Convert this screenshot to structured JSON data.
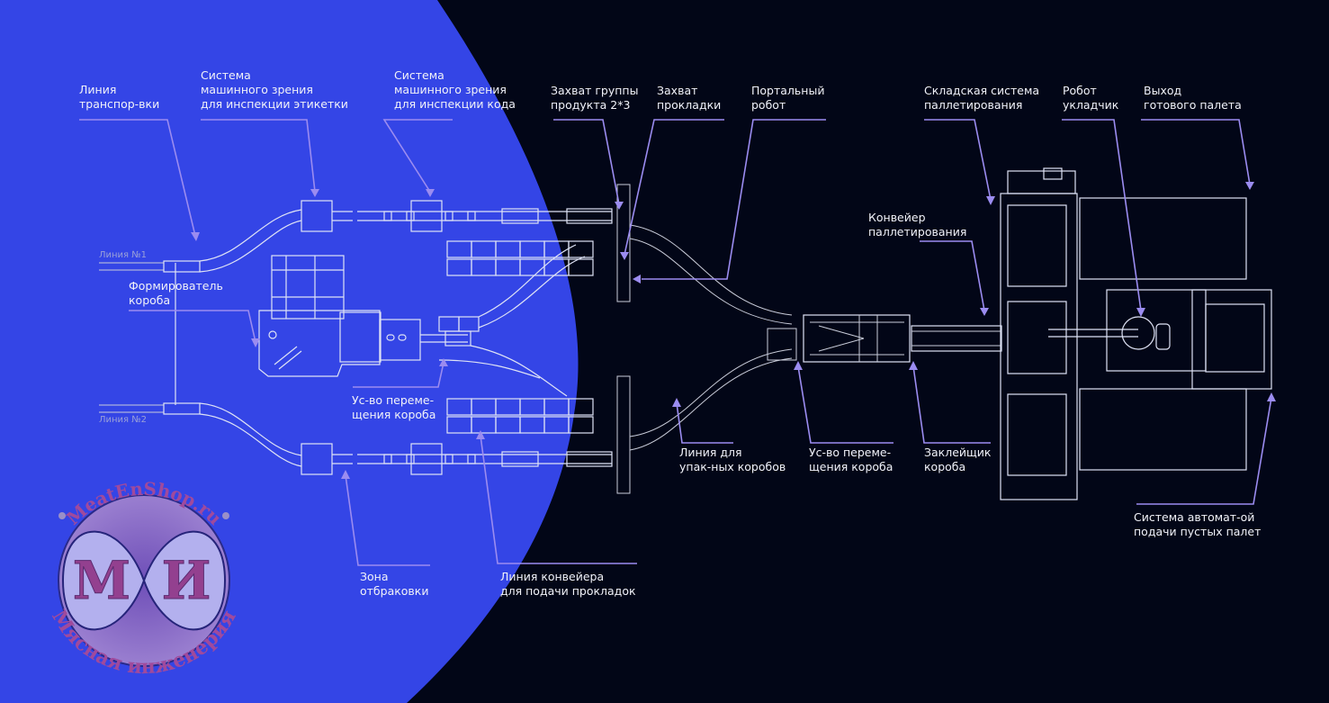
{
  "colors": {
    "background": "#020617",
    "accent_blue": "#3445e6",
    "leader_purple": "#9b8cf0",
    "drawing_line": "#dfe3f5",
    "label_text": "#f1f2f8"
  },
  "line_tags": {
    "line1": "Линия №1",
    "line2": "Линия №2"
  },
  "callouts": {
    "transport_line": [
      "Линия",
      "транспор-вки"
    ],
    "vision_label": [
      "Система",
      "машинного зрения",
      "для инспекции этикетки"
    ],
    "vision_code": [
      "Система",
      "машинного зрения",
      "для инспекции кода"
    ],
    "product_gripper": [
      "Захват группы",
      "продукта 2*3"
    ],
    "pad_gripper": [
      "Захват",
      "прокладки"
    ],
    "gantry_robot": [
      "Портальный",
      "робот"
    ],
    "warehouse_palletizing": [
      "Складская система",
      "паллетирования"
    ],
    "stacking_robot": [
      "Робот",
      "укладчик"
    ],
    "pallet_exit": [
      "Выход",
      "готового палета"
    ],
    "box_former": [
      "Формирователь",
      "короба"
    ],
    "palletizing_conveyor": [
      "Конвейер",
      "паллетирования"
    ],
    "box_mover_left": [
      "Ус-во переме-",
      "щения короба"
    ],
    "reject_zone": [
      "Зона",
      "отбраковки"
    ],
    "pad_conveyor": [
      "Линия конвейера",
      "для подачи прокладок"
    ],
    "packed_box_line": [
      "Линия для",
      "упак-ных коробов"
    ],
    "box_mover_right": [
      "Ус-во переме-",
      "щения короба"
    ],
    "box_sealer": [
      "Заклейщик",
      "короба"
    ],
    "empty_pallet_feed": [
      "Система автомат-ой",
      "подачи пустых палет"
    ]
  },
  "watermark": {
    "top_text": "MeatEnShop.ru",
    "ring_text": "Мясная инженерия",
    "monogram_left": "М",
    "monogram_right": "И"
  }
}
